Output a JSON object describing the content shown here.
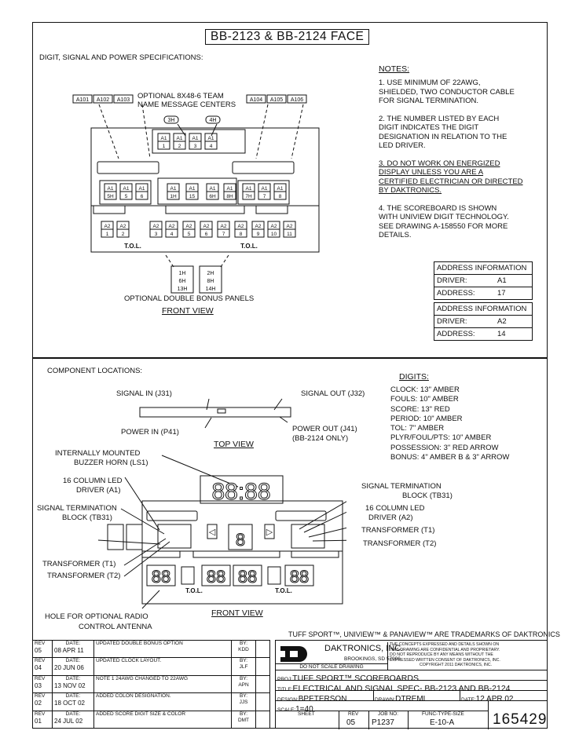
{
  "header": {
    "title": "BB-2123 & BB-2124 FACE",
    "spec_heading": "DIGIT, SIGNAL AND POWER SPECIFICATIONS:"
  },
  "front_upper": {
    "optional_team_1": "OPTIONAL 8X48-6 TEAM",
    "optional_team_2": "NAME MESSAGE CENTERS",
    "left_msg_drivers": [
      "A101",
      "A102",
      "A103"
    ],
    "right_msg_drivers": [
      "A104",
      "A105",
      "A106"
    ],
    "arrow_3h": "3H",
    "arrow_4h": "4H",
    "double_bonus_label": "OPTIONAL DOUBLE BONUS PANELS",
    "bonus_panel": [
      "1H",
      "2H",
      "6H",
      "8H",
      "13H",
      "14H"
    ],
    "tol": "T.O.L.",
    "view_label": "FRONT VIEW",
    "digit_top_a1": [
      "1",
      "2",
      "3",
      "4"
    ],
    "digit_mid_left": [
      "5H",
      "5",
      "6"
    ],
    "digit_mid_center": [
      "1H",
      "15",
      "6H",
      "8H"
    ],
    "digit_mid_right": [
      "7H",
      "7",
      "8"
    ],
    "digit_a2": [
      "1",
      "2",
      "3",
      "4",
      "5",
      "6",
      "7",
      "8",
      "9",
      "10",
      "11"
    ],
    "label_a1": "A1",
    "label_a2": "A2"
  },
  "notes": {
    "heading": "NOTES:",
    "n1": [
      "1.  USE MINIMUM OF 22AWG,",
      "SHIELDED, TWO CONDUCTOR CABLE",
      "FOR SIGNAL TERMINATION."
    ],
    "n2": [
      "2.  THE NUMBER LISTED BY EACH",
      "DIGIT INDICATES THE DIGIT",
      "DESIGNATION IN RELATION TO THE",
      "LED DRIVER."
    ],
    "n3": [
      "3.  DO NOT WORK ON ENERGIZED",
      "DISPLAY UNLESS YOU ARE A",
      "CERTIFIED ELECTRICIAN OR DIRECTED",
      "BY DAKTRONICS."
    ],
    "n4": [
      "4.  THE SCOREBOARD IS SHOWN",
      "WITH UNIVIEW DIGIT TECHNOLOGY.",
      "SEE DRAWING A-158550 FOR MORE",
      "DETAILS."
    ]
  },
  "address_info": [
    {
      "heading": "ADDRESS  INFORMATION",
      "driver_label": "DRIVER:",
      "driver": "A1",
      "address_label": "ADDRESS:",
      "address": "17"
    },
    {
      "heading": "ADDRESS  INFORMATION",
      "driver_label": "DRIVER:",
      "driver": "A2",
      "address_label": "ADDRESS:",
      "address": "14"
    }
  ],
  "components": {
    "heading": "COMPONENT LOCATIONS:",
    "signal_in": "SIGNAL IN (J31)",
    "signal_out": "SIGNAL OUT (J32)",
    "power_in": "POWER IN (P41)",
    "power_out_1": "POWER OUT (J41)",
    "power_out_2": "(BB-2124 ONLY)",
    "top_view": "TOP VIEW",
    "buzzer_1": "INTERNALLY MOUNTED",
    "buzzer_2": "BUZZER HORN (LS1)",
    "led_a1_1": "16 COLUMN LED",
    "led_a1_2": "DRIVER (A1)",
    "sig_term_l_1": "SIGNAL TERMINATION",
    "sig_term_l_2": "BLOCK (TB31)",
    "sig_term_r_1": "SIGNAL TERMINATION",
    "sig_term_r_2": "BLOCK (TB31)",
    "led_a2_1": "16 COLUMN LED",
    "led_a2_2": "DRIVER (A2)",
    "transformer_t1": "TRANSFORMER (T1)",
    "transformer_t2": "TRANSFORMER (T2)",
    "hole_1": "HOLE FOR OPTIONAL RADIO",
    "hole_2": "CONTROL ANTENNA",
    "front_view": "FRONT VIEW",
    "tol": "T.O.L."
  },
  "digits": {
    "heading": "DIGITS:",
    "lines": [
      "CLOCK: 13\" AMBER",
      "FOULS: 10\" AMBER",
      "SCORE: 13\" RED",
      "PERIOD: 10\" AMBER",
      "TOL: 7\" AMBER",
      "PLYR/FOUL/PTS: 10\" AMBER",
      "POSSESSION: 3\" RED ARROW",
      "BONUS: 4\" AMBER B & 3\" ARROW"
    ]
  },
  "trademark": "TUFF SPORT™, UNIVIEW™ & PANAVIEW™ ARE TRADEMARKS OF DAKTRONICS",
  "revisions": [
    {
      "rev": "05",
      "date": "08 APR 11",
      "desc": "UPDATED DOUBLE BONUS OPTION",
      "by": "KDD"
    },
    {
      "rev": "04",
      "date": "20 JUN 06",
      "desc": "UPDATED CLOCK LAYOUT.",
      "by": "JLF"
    },
    {
      "rev": "03",
      "date": "13 NOV 02",
      "desc": "NOTE 1 24AWG CHANGED TO 22AWG",
      "by": "APN"
    },
    {
      "rev": "02",
      "date": "18 OCT 02",
      "desc": "ADDED COLON DESIGNATION.",
      "by": "JJS"
    },
    {
      "rev": "01",
      "date": "24 JUL 02",
      "desc": "ADDED SCORE DIGIT SIZE & COLOR",
      "by": "DMT"
    }
  ],
  "rev_labels": {
    "rev": "REV",
    "date": "DATE:",
    "by": "BY:"
  },
  "title_block": {
    "company": "DAKTRONICS, INC.",
    "city": "BROOKINGS, SD  57006",
    "dnscale": "DO NOT SCALE DRAWING",
    "legal": [
      "THE CONCEPTS EXPRESSED AND DETAILS SHOWN ON",
      "THIS DRAWING ARE CONFIDENTIAL AND PROPRIETARY.",
      "DO NOT REPRODUCE BY ANY MEANS WITHOUT THE",
      "EXPRESSED WRITTEN CONSENT OF DAKTRONICS, INC.",
      "COPYRIGHT 2011 DAKTRONICS, INC."
    ],
    "proj_label": "PROJ:",
    "proj": "TUFF SPORT™ SCOREBOARDS",
    "title_label": "TITLE:",
    "title": "ELECTRICAL AND SIGNAL SPEC- BB-2123 AND BB-2124",
    "design_label": "DESIGN:",
    "design": "BPETERSON",
    "drawn_label": "DRAWN:",
    "drawn": "DTREML",
    "date_label": "DATE:",
    "date": "12 APR 02",
    "scale_label": "SCALE:",
    "scale": "1=40",
    "sheet_label": "SHEET",
    "rev_label": "REV",
    "job_label": "JOB NO:",
    "func_label": "FUNC-TYPE-SIZE",
    "rev": "05",
    "job": "P1237",
    "func": "E-10-A",
    "number": "165429"
  }
}
